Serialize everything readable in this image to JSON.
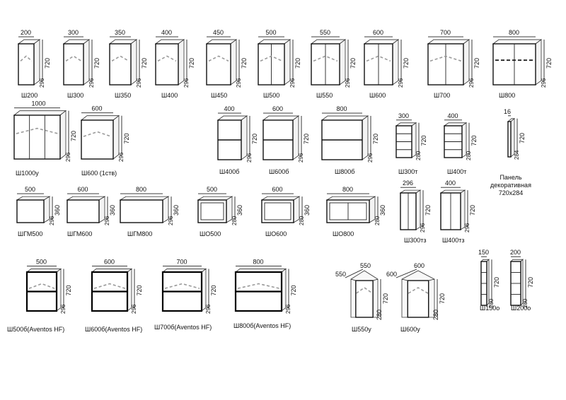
{
  "items": [
    {
      "label": "Ш200",
      "w": "200",
      "h": "720",
      "d": "296",
      "kind": "door1"
    },
    {
      "label": "Ш300",
      "w": "300",
      "h": "720",
      "d": "296",
      "kind": "door1"
    },
    {
      "label": "Ш350",
      "w": "350",
      "h": "720",
      "d": "296",
      "kind": "door1"
    },
    {
      "label": "Ш400",
      "w": "400",
      "h": "720",
      "d": "296",
      "kind": "door1"
    },
    {
      "label": "Ш450",
      "w": "450",
      "h": "720",
      "d": "296",
      "kind": "door1"
    },
    {
      "label": "Ш500",
      "w": "500",
      "h": "720",
      "d": "296",
      "kind": "door2"
    },
    {
      "label": "Ш550",
      "w": "550",
      "h": "720",
      "d": "296",
      "kind": "door2"
    },
    {
      "label": "Ш600",
      "w": "600",
      "h": "720",
      "d": "296",
      "kind": "door2"
    },
    {
      "label": "Ш700",
      "w": "700",
      "h": "720",
      "d": "296",
      "kind": "door2"
    },
    {
      "label": "Ш800",
      "w": "800",
      "h": "720",
      "d": "296",
      "kind": "door2b"
    },
    {
      "label": "Ш1000у",
      "w": "1000",
      "h": "720",
      "d": "296",
      "kind": "door3"
    },
    {
      "label": "Ш600 (1ств)",
      "w": "600",
      "h": "720",
      "d": "296",
      "kind": "door1"
    },
    {
      "label": "Ш400б",
      "w": "400",
      "h": "720",
      "d": "296",
      "kind": "flap"
    },
    {
      "label": "Ш600б",
      "w": "600",
      "h": "720",
      "d": "296",
      "kind": "flap"
    },
    {
      "label": "Ш800б",
      "w": "800",
      "h": "720",
      "d": "296",
      "kind": "flap"
    },
    {
      "label": "Ш300т",
      "w": "300",
      "h": "720",
      "d": "280",
      "kind": "endshelf"
    },
    {
      "label": "Ш400т",
      "w": "400",
      "h": "720",
      "d": "280",
      "kind": "endshelf"
    },
    {
      "label": "Панель декоративная 720х284",
      "w": "16",
      "h": "720",
      "d": "284",
      "kind": "panel"
    },
    {
      "label": "ШГМ500",
      "w": "500",
      "h": "360",
      "d": "296",
      "kind": "box"
    },
    {
      "label": "ШГМ600",
      "w": "600",
      "h": "360",
      "d": "296",
      "kind": "box"
    },
    {
      "label": "ШГМ800",
      "w": "800",
      "h": "360",
      "d": "296",
      "kind": "box"
    },
    {
      "label": "ШО500",
      "w": "500",
      "h": "360",
      "d": "280",
      "kind": "open"
    },
    {
      "label": "ШО600",
      "w": "600",
      "h": "360",
      "d": "280",
      "kind": "open"
    },
    {
      "label": "ШО800",
      "w": "800",
      "h": "360",
      "d": "280",
      "kind": "open2"
    },
    {
      "label": "Ш300тз",
      "w": "296",
      "h": "720",
      "d": "296",
      "kind": "endclosed"
    },
    {
      "label": "Ш400тз",
      "w": "400",
      "h": "720",
      "d": "296",
      "kind": "endclosed"
    },
    {
      "label": "Ш500б(Aventos HF)",
      "w": "500",
      "h": "720",
      "d": "296",
      "kind": "aventos"
    },
    {
      "label": "Ш600б(Aventos HF)",
      "w": "600",
      "h": "720",
      "d": "296",
      "kind": "aventos"
    },
    {
      "label": "Ш700б(Aventos HF)",
      "w": "700",
      "h": "720",
      "d": "296",
      "kind": "aventos"
    },
    {
      "label": "Ш800б(Aventos HF)",
      "w": "800",
      "h": "720",
      "d": "296",
      "kind": "aventos"
    },
    {
      "label": "Ш550у",
      "w": "550",
      "w2": "550",
      "h": "720",
      "d": "280",
      "kind": "corner"
    },
    {
      "label": "Ш600у",
      "w": "600",
      "w2": "600",
      "h": "720",
      "d": "280",
      "kind": "corner"
    },
    {
      "label": "Ш150о",
      "w": "150",
      "h": "720",
      "d": "280",
      "kind": "openshelf"
    },
    {
      "label": "Ш200о",
      "w": "200",
      "h": "720",
      "d": "280",
      "kind": "openshelf"
    }
  ]
}
